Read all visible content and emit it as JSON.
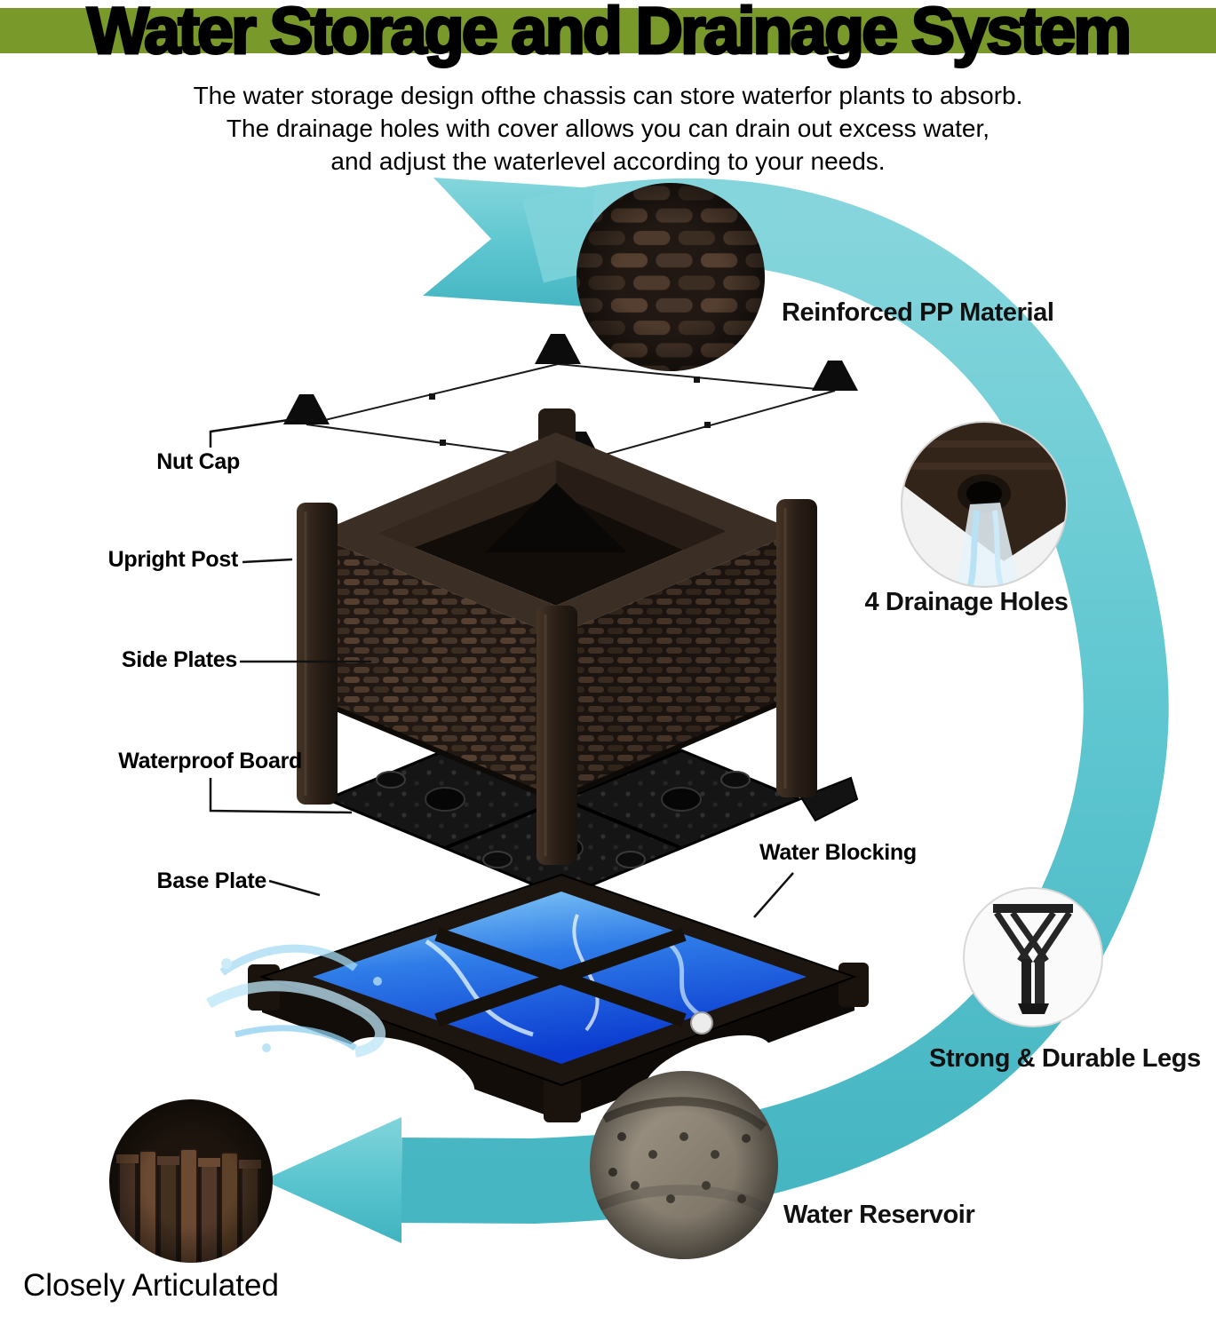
{
  "title": "Water Storage and Drainage System",
  "description": {
    "line1": "The water storage design ofthe chassis can store waterfor plants to absorb.",
    "line2": "The drainage holes with cover allows you can drain out excess water,",
    "line3": "and adjust the waterlevel according to your needs."
  },
  "part_labels": {
    "nut_cap": "Nut Cap",
    "upright_post": "Upright Post",
    "side_plates": "Side Plates",
    "waterproof_board": "Waterproof Board",
    "base_plate": "Base Plate",
    "water_blocking": "Water Blocking"
  },
  "features": {
    "pp_material": "Reinforced PP Material",
    "drainage_holes": "4 Drainage Holes",
    "legs": "Strong & Durable Legs",
    "reservoir": "Water Reservoir",
    "articulated": "Closely Articulated"
  },
  "colors": {
    "header_bar": "#79992a",
    "arrow": "#58c5ce",
    "planter_brown": "#2e231b",
    "water_blue": "#1a5de0"
  }
}
